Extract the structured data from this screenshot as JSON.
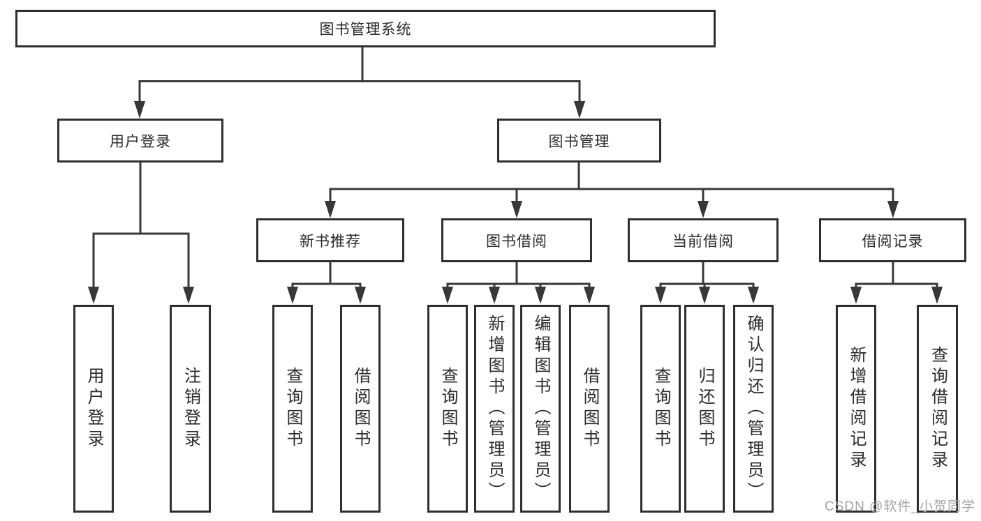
{
  "colors": {
    "line": "#383838",
    "box_border": "#2f2f2f",
    "text": "#2b2b2b",
    "watermark_text": "#a3a3a3",
    "background": "#ffffff"
  },
  "tree": {
    "root": "图书管理系统",
    "level2": [
      "用户登录",
      "图书管理"
    ],
    "level3": [
      "新书推荐",
      "图书借阅",
      "当前借阅",
      "借阅记录"
    ],
    "leaves": [
      "用户登录",
      "注销登录",
      "查询图书",
      "借阅图书",
      "查询图书",
      "新增图书（管理员）",
      "编辑图书（管理员）",
      "借阅图书",
      "查询图书",
      "归还图书",
      "确认归还（管理员）",
      "新增借阅记录",
      "查询借阅记录"
    ]
  },
  "watermark": "CSDN @软件_小贺同学"
}
